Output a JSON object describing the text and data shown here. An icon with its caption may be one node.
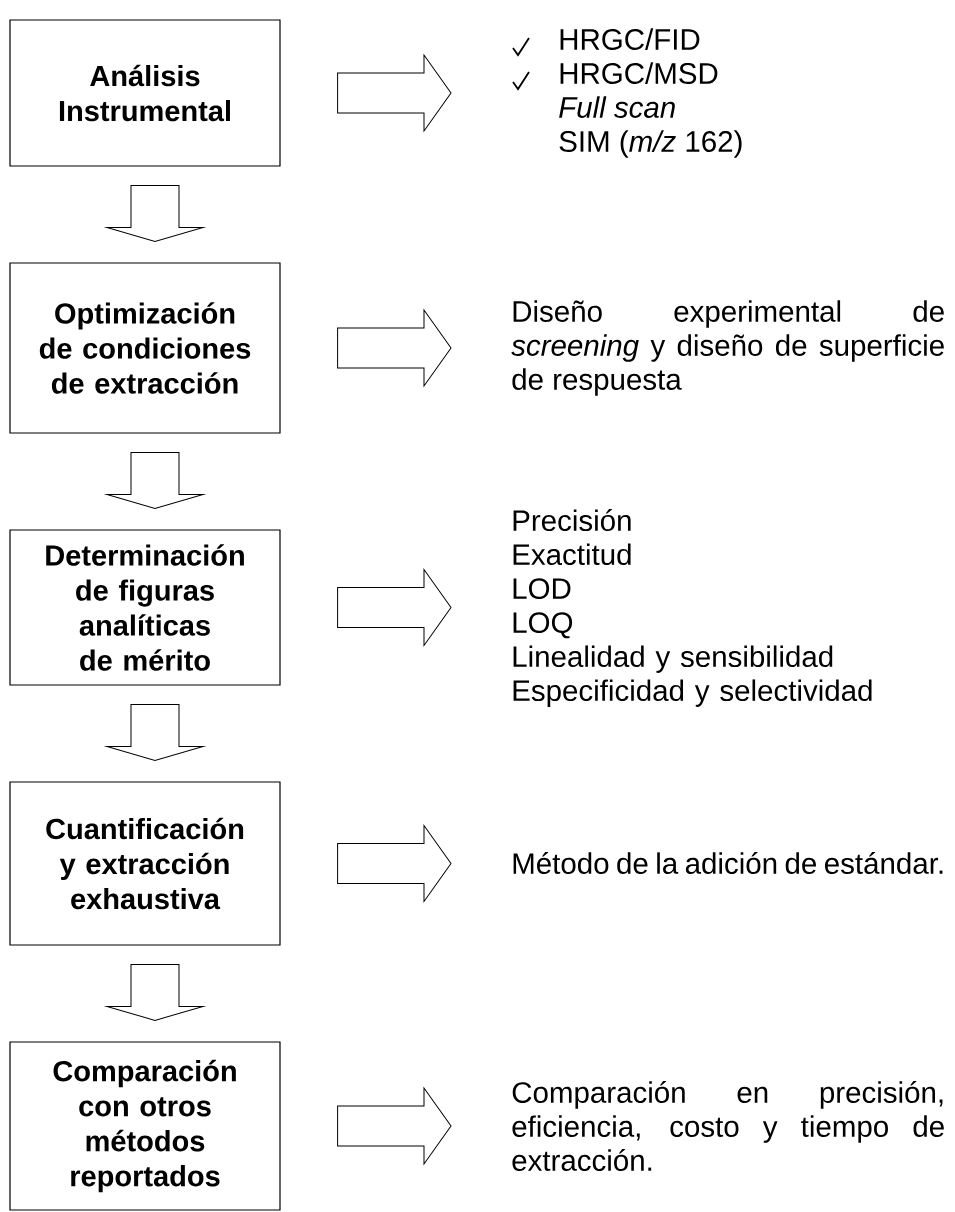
{
  "diagram": {
    "nodes": [
      {
        "text": [
          "Análisis Instrumental"
        ]
      },
      {
        "text": [
          "HRGC/FID",
          "HRGC/MSD",
          "Full scan",
          "SIM (*m/z* 162)"
        ]
      },
      {
        "text": [
          "Optimización de condiciones de extracción"
        ]
      },
      {
        "text": [
          "Diseño experimental de *screening* y diseño de superficie de respuesta"
        ]
      },
      {
        "text": [
          "Determinación de figuras analíticas de mérito"
        ]
      },
      {
        "text": [
          "Precisión",
          "Exactitud",
          "LOD",
          "LOQ",
          "Linealidad y sensibilidad",
          "Especificidad y selectividad"
        ]
      },
      {
        "text": [
          "Cuantificación y extracción exhaustiva"
        ]
      },
      {
        "text": [
          "Método de la adición de estándar."
        ]
      },
      {
        "text": [
          "Comparación con otros métodos reportados"
        ]
      },
      {
        "text": [
          "Comparación en precisión, eficiencia, costo y tiempo de extracción."
        ]
      }
    ],
    "edges": [
      {
        "from": 0,
        "to": 1,
        "arrow": "to"
      },
      {
        "from": 0,
        "to": 2,
        "arrow": "to"
      },
      {
        "from": 2,
        "to": 3,
        "arrow": "to"
      },
      {
        "from": 2,
        "to": 4,
        "arrow": "to"
      },
      {
        "from": 4,
        "to": 5,
        "arrow": "to"
      },
      {
        "from": 4,
        "to": 6,
        "arrow": "to"
      },
      {
        "from": 6,
        "to": 7,
        "arrow": "to"
      },
      {
        "from": 6,
        "to": 8,
        "arrow": "to"
      },
      {
        "from": 8,
        "to": 9,
        "arrow": "to"
      }
    ]
  }
}
